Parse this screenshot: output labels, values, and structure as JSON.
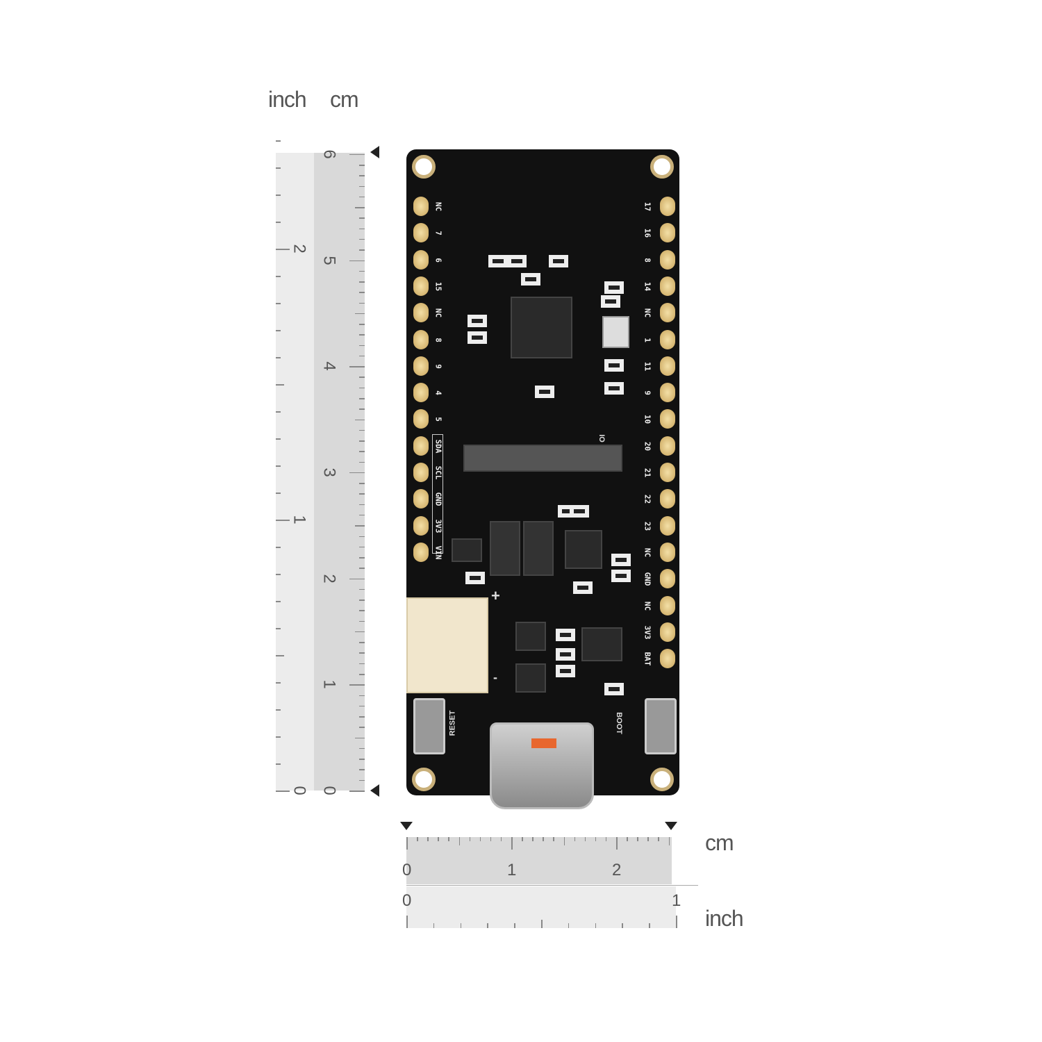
{
  "vertical_ruler": {
    "unit_inch": "inch",
    "unit_cm": "cm",
    "inch_labels": [
      "0",
      "1",
      "2"
    ],
    "cm_labels": [
      "0",
      "1",
      "2",
      "3",
      "4",
      "5",
      "6"
    ]
  },
  "horizontal_ruler": {
    "unit_cm": "cm",
    "unit_inch": "inch",
    "cm_labels": [
      "0",
      "1",
      "2"
    ],
    "inch_labels": [
      "0",
      "1"
    ]
  },
  "board": {
    "left_pins": [
      "NC",
      "7",
      "6",
      "15",
      "NC",
      "8",
      "9",
      "4",
      "5",
      "SDA",
      "SCL",
      "GND",
      "3V3",
      "VIN"
    ],
    "right_pins": [
      "17",
      "16",
      "8",
      "14",
      "NC",
      "1",
      "11",
      "9",
      "10",
      "20",
      "21",
      "22",
      "23",
      "NC",
      "GND",
      "NC",
      "3V3",
      "BAT"
    ],
    "battery_plus": "+",
    "battery_minus": "-",
    "reset_label": "RESET",
    "boot_label": "BOOT",
    "io_label": "IO",
    "colors": {
      "pcb": "#111111",
      "pad": "#d8b86e",
      "connector": "#f1e6cc"
    }
  }
}
